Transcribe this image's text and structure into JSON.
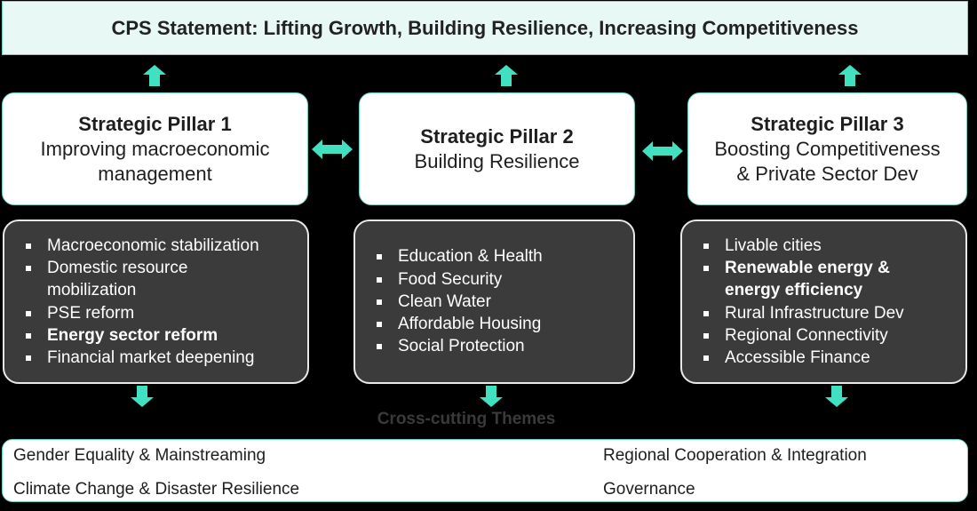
{
  "header": {
    "title": "CPS Statement: Lifting Growth, Building Resilience, Increasing Competitiveness"
  },
  "pillars": [
    {
      "title": "Strategic Pillar 1",
      "subtitle_lines": [
        "Improving macroeconomic",
        "management"
      ],
      "items": [
        {
          "text": "Macroeconomic stabilization",
          "bold": false
        },
        {
          "text": "Domestic resource",
          "bold": false
        },
        {
          "text": "mobilization",
          "bold": false
        },
        {
          "text": "PSE reform",
          "bold": false
        },
        {
          "text": "Energy sector reform",
          "bold": true
        },
        {
          "text": "Financial market deepening",
          "bold": false
        }
      ]
    },
    {
      "title": "Strategic Pillar 2",
      "subtitle_lines": [
        "Building Resilience"
      ],
      "items": [
        {
          "text": "Education & Health",
          "bold": false
        },
        {
          "text": "Food Security",
          "bold": false
        },
        {
          "text": "Clean Water",
          "bold": false
        },
        {
          "text": "Affordable Housing",
          "bold": false
        },
        {
          "text": "Social Protection",
          "bold": false
        }
      ]
    },
    {
      "title": "Strategic Pillar 3",
      "subtitle_lines": [
        "Boosting Competitiveness",
        "& Private Sector Dev"
      ],
      "items": [
        {
          "text": "Livable cities",
          "bold": false
        },
        {
          "text": "Renewable energy &",
          "bold": true
        },
        {
          "text": "energy efficiency",
          "bold": true
        },
        {
          "text": "Rural Infrastructure Dev",
          "bold": false
        },
        {
          "text": "Regional Connectivity",
          "bold": false
        },
        {
          "text": "Accessible Finance",
          "bold": false
        }
      ]
    }
  ],
  "cross_cutting": {
    "title": "Cross-cutting Themes",
    "themes": [
      "Gender Equality & Mainstreaming",
      "Regional Cooperation & Integration",
      "Climate Change & Disaster Resilience",
      "Governance"
    ]
  },
  "colors": {
    "background": "#000000",
    "accent": "#40e0c0",
    "banner_fill": "#e8f8f5",
    "list_fill": "#3b3b3b"
  }
}
